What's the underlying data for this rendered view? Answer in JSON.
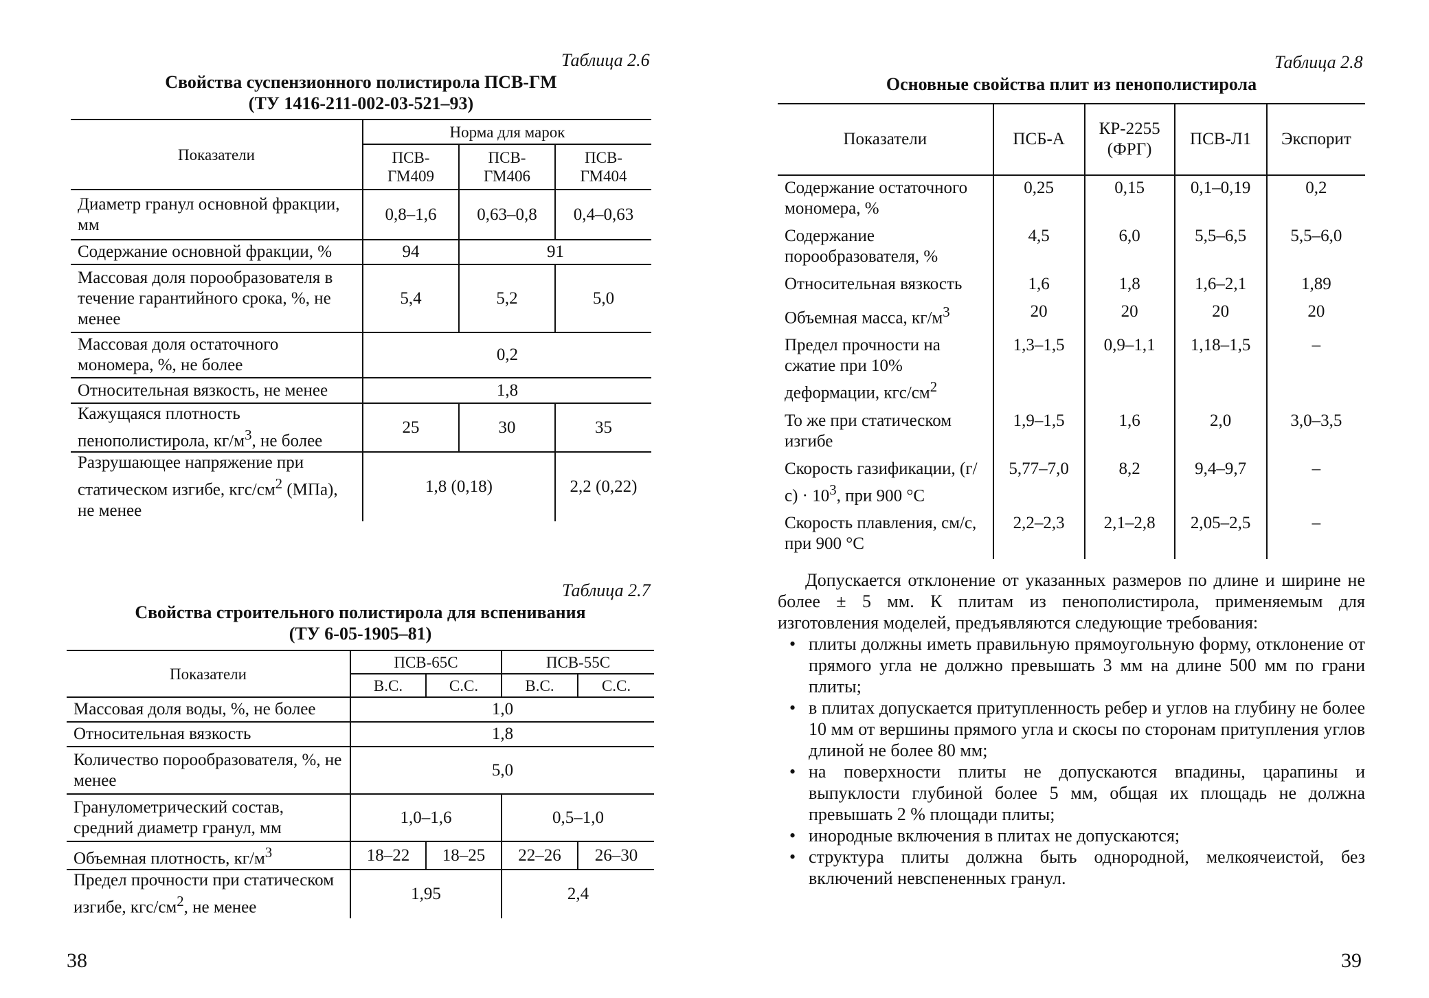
{
  "left_page": {
    "table_2_6": {
      "label": "Таблица 2.6",
      "title_line1": "Свойства суспензионного полистирола ПСВ-ГМ",
      "title_line2": "(ТУ 1416-211-002-03-521–93)",
      "header": {
        "indicators": "Показатели",
        "norm": "Норма для марок",
        "grades": [
          "ПСВ-ГМ409",
          "ПСВ-ГМ406",
          "ПСВ-ГМ404"
        ]
      },
      "rows": [
        {
          "name": "Диаметр гранул основной фракции, мм",
          "values": [
            "0,8–1,6",
            "0,63–0,8",
            "0,4–0,63"
          ]
        },
        {
          "name": "Содержание основной фракции, %",
          "values": [
            "94",
            "91"
          ]
        },
        {
          "name": "Массовая доля порообразователя в течение гарантийного срока, %, не менее",
          "values": [
            "5,4",
            "5,2",
            "5,0"
          ]
        },
        {
          "name": "Массовая доля остаточного мономера, %, не более",
          "values": [
            "0,2"
          ]
        },
        {
          "name": "Относительная вязкость, не менее",
          "values": [
            "1,8"
          ]
        },
        {
          "name_pre": "Кажущаяся плотность пенополистирола, кг/м",
          "sup": "3",
          "name_post": ", не более",
          "values": [
            "25",
            "30",
            "35"
          ]
        },
        {
          "name_pre": "Разрушающее напряжение при статическом изгибе, кгс/см",
          "sup": "2",
          "name_post": " (МПа), не менее",
          "values": [
            "1,8 (0,18)",
            "2,2 (0,22)"
          ]
        }
      ]
    },
    "table_2_7": {
      "label": "Таблица 2.7",
      "title_line1": "Свойства строительного полистирола для вспенивания",
      "title_line2": "(ТУ 6-05-1905–81)",
      "header": {
        "indicators": "Показатели",
        "grades": [
          "ПСВ-65С",
          "ПСВ-55С"
        ],
        "sub": [
          "В.С.",
          "С.С.",
          "В.С.",
          "С.С."
        ]
      },
      "rows": [
        {
          "name": "Массовая доля воды, %, не более",
          "values": [
            "1,0"
          ]
        },
        {
          "name": "Относительная вязкость",
          "values": [
            "1,8"
          ]
        },
        {
          "name": "Количество порообразователя, %, не менее",
          "values": [
            "5,0"
          ]
        },
        {
          "name": "Гранулометрический состав, средний диаметр гранул, мм",
          "values": [
            "1,0–1,6",
            "0,5–1,0"
          ]
        },
        {
          "name_pre": "Объемная плотность, кг/м",
          "sup": "3",
          "name_post": "",
          "values": [
            "18–22",
            "18–25",
            "22–26",
            "26–30"
          ]
        },
        {
          "name_pre": "Предел прочности при статическом изгибе, кгс/см",
          "sup": "2",
          "name_post": ", не менее",
          "values": [
            "1,95",
            "2,4"
          ]
        }
      ]
    },
    "page_number": "38"
  },
  "right_page": {
    "table_2_8": {
      "label": "Таблица 2.8",
      "title": "Основные свойства плит из пенополистирола",
      "header": [
        "Показатели",
        "ПСБ-А",
        "КР-2255 (ФРГ)",
        "ПСВ-Л1",
        "Экспорит"
      ],
      "rows": [
        {
          "name": "Содержание остаточного мономера, %",
          "values": [
            "0,25",
            "0,15",
            "0,1–0,19",
            "0,2"
          ]
        },
        {
          "name": "Содержание порообразователя, %",
          "values": [
            "4,5",
            "6,0",
            "5,5–6,5",
            "5,5–6,0"
          ]
        },
        {
          "name": "Относительная вязкость",
          "values": [
            "1,6",
            "1,8",
            "1,6–2,1",
            "1,89"
          ]
        },
        {
          "name_pre": "Объемная масса, кг/м",
          "sup": "3",
          "name_post": "",
          "values": [
            "20",
            "20",
            "20",
            "20"
          ]
        },
        {
          "name_pre": "Предел прочности на сжатие при 10% деформации, кгс/см",
          "sup": "2",
          "name_post": "",
          "values": [
            "1,3–1,5",
            "0,9–1,1",
            "1,18–1,5",
            "–"
          ]
        },
        {
          "name": "То же при статическом изгибе",
          "values": [
            "1,9–1,5",
            "1,6",
            "2,0",
            "3,0–3,5"
          ]
        },
        {
          "name_pre": "Скорость газификации, (г/с) · 10",
          "sup": "3",
          "name_post": ", при 900 °С",
          "values": [
            "5,77–7,0",
            "8,2",
            "9,4–9,7",
            "–"
          ]
        },
        {
          "name": "Скорость плавления, см/с, при 900 °С",
          "values": [
            "2,2–2,3",
            "2,1–2,8",
            "2,05–2,5",
            "–"
          ]
        }
      ]
    },
    "paragraph": "Допускается отклонение от указанных размеров по длине и ширине не более ± 5 мм. К плитам из пенополистирола, применяемым для изготовления моделей, предъявляются следующие требования:",
    "bullet_char": "•",
    "bullets": [
      "плиты должны иметь правильную прямоугольную форму, отклонение от прямого угла не должно превышать 3 мм на длине 500 мм по грани плиты;",
      "в плитах допускается притупленность ребер и углов на глубину не более 10 мм от вершины прямого угла и скосы по сторонам притупления углов длиной не более 80 мм;",
      "на поверхности плиты не допускаются впадины, царапины и выпуклости глубиной более 5 мм, общая их площадь не должна превышать 2 % площади плиты;",
      "инородные включения в плитах не допускаются;",
      "структура плиты должна быть однородной, мелкоячеистой, без включений невспененных гранул."
    ],
    "page_number": "39"
  }
}
